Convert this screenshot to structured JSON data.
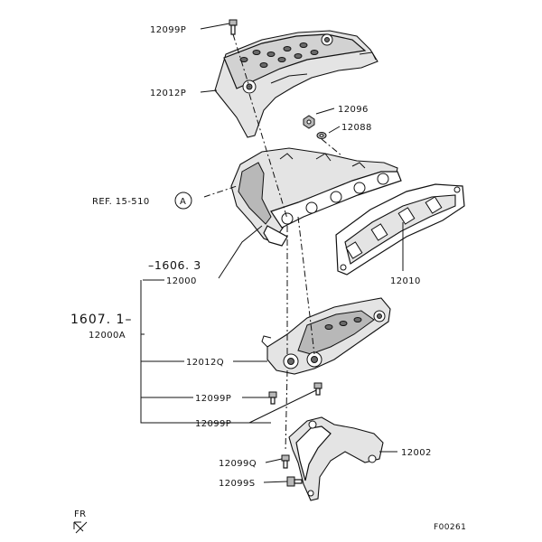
{
  "diagram": {
    "sheet_code": "F00261",
    "direction_label": "FR",
    "reference": {
      "label": "REF. 15-510",
      "circle_letter": "A"
    },
    "assembly_labels": {
      "group_a": {
        "number": "1606. 3",
        "part": "12000"
      },
      "group_b": {
        "number": "1607. 1",
        "part": "12000A"
      }
    },
    "parts": {
      "p12099P_top": "12099P",
      "p12012P": "12012P",
      "p12096": "12096",
      "p12088": "12088",
      "p12010": "12010",
      "p12012Q": "12012Q",
      "p12099P_mid": "12099P",
      "p12099P_low": "12099P",
      "p12002": "12002",
      "p12099Q": "12099Q",
      "p12099S": "12099S"
    }
  }
}
